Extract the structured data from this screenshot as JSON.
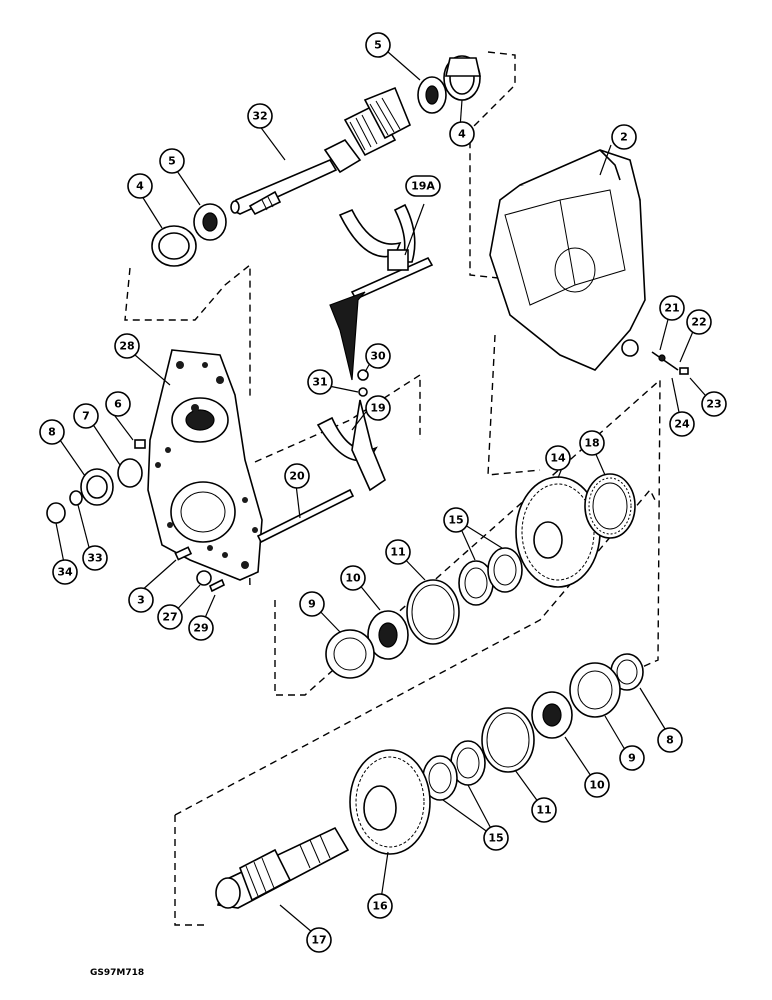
{
  "diagram": {
    "document_code": "GS97M718",
    "callouts": [
      "2",
      "3",
      "4",
      "4",
      "5",
      "5",
      "6",
      "7",
      "8",
      "8",
      "9",
      "9",
      "10",
      "10",
      "11",
      "11",
      "14",
      "15",
      "15",
      "16",
      "17",
      "18",
      "19",
      "19A",
      "20",
      "21",
      "22",
      "23",
      "24",
      "27",
      "28",
      "29",
      "30",
      "31",
      "32",
      "33",
      "34"
    ]
  }
}
